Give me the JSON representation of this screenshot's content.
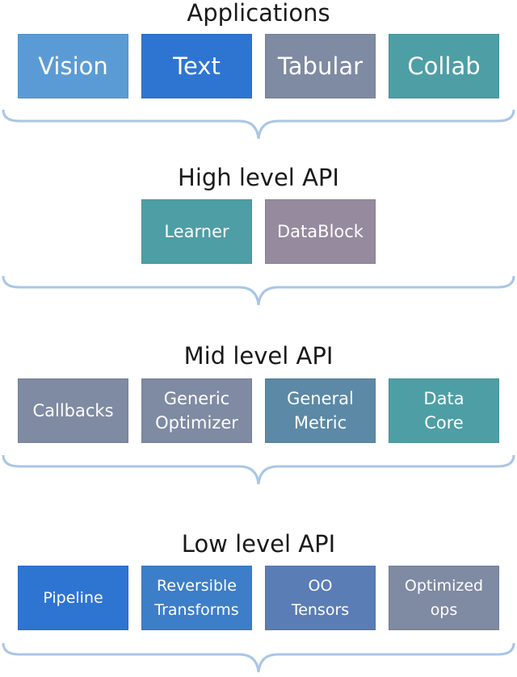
{
  "layers": [
    {
      "title": "Applications",
      "boxes": [
        {
          "lines": [
            "Vision"
          ],
          "color": "#5b9bd5"
        },
        {
          "lines": [
            "Text"
          ],
          "color": "#2e75d2"
        },
        {
          "lines": [
            "Tabular"
          ],
          "color": "#7f8aa3"
        },
        {
          "lines": [
            "Collab"
          ],
          "color": "#4e9ea6"
        }
      ]
    },
    {
      "title": "High level API",
      "boxes": [
        {
          "lines": [
            "Learner"
          ],
          "color": "#4e9ea6"
        },
        {
          "lines": [
            "DataBlock"
          ],
          "color": "#958a9e"
        }
      ]
    },
    {
      "title": "Mid level API",
      "boxes": [
        {
          "lines": [
            "Callbacks"
          ],
          "color": "#7f8aa3"
        },
        {
          "lines": [
            "Generic",
            "Optimizer"
          ],
          "color": "#7f8aa3"
        },
        {
          "lines": [
            "General",
            "Metric"
          ],
          "color": "#5c89a6"
        },
        {
          "lines": [
            "Data",
            "Core"
          ],
          "color": "#4e9ea6"
        }
      ]
    },
    {
      "title": "Low level API",
      "boxes": [
        {
          "lines": [
            "Pipeline"
          ],
          "color": "#2e75d2"
        },
        {
          "lines": [
            "Reversible",
            "Transforms"
          ],
          "color": "#3d7ec9"
        },
        {
          "lines": [
            "OO",
            "Tensors"
          ],
          "color": "#5b7db5"
        },
        {
          "lines": [
            "Optimized",
            "ops"
          ],
          "color": "#7f8aa3"
        }
      ]
    }
  ],
  "colors": {
    "brace": "#a9c6e6"
  }
}
